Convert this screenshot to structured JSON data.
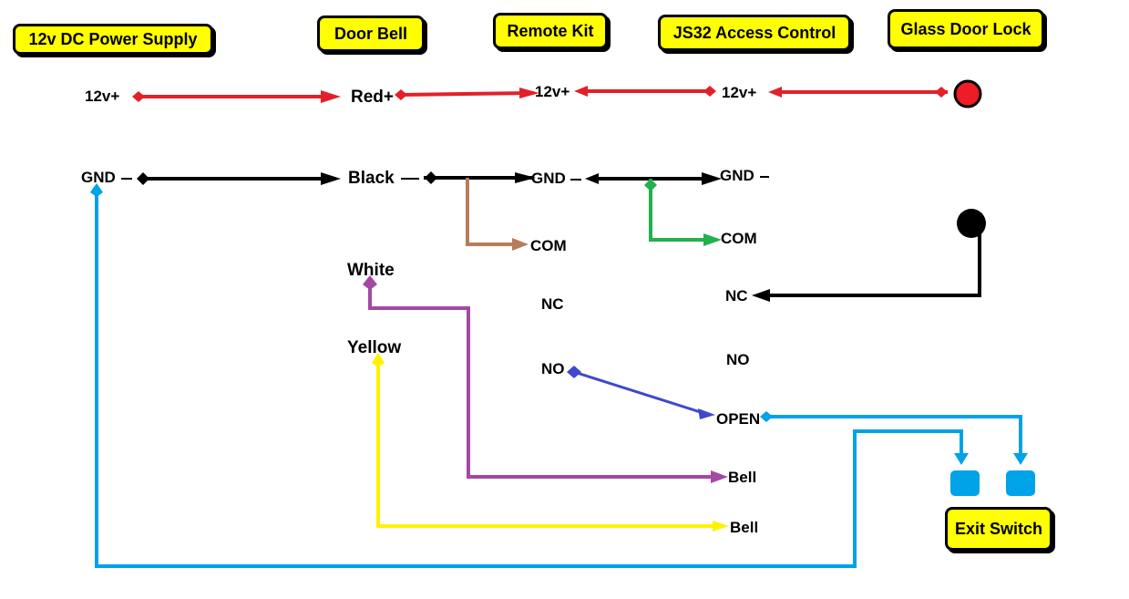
{
  "components": {
    "power_supply": "12v DC Power Supply",
    "door_bell": "Door Bell",
    "remote_kit": "Remote Kit",
    "access_control": "JS32 Access Control",
    "glass_door_lock": "Glass Door Lock",
    "exit_switch": "Exit Switch"
  },
  "terminals": {
    "psu_12v": "12v+",
    "psu_gnd": "GND",
    "bell_red": "Red+",
    "bell_black": "Black",
    "bell_white": "White",
    "bell_yellow": "Yellow",
    "remote_12v": "12v+",
    "remote_gnd": "GND",
    "remote_com": "COM",
    "remote_nc": "NC",
    "remote_no": "NO",
    "ac_12v": "12v+",
    "ac_gnd": "GND",
    "ac_com": "COM",
    "ac_nc": "NC",
    "ac_no": "NO",
    "ac_open": "OPEN",
    "ac_bell_1": "Bell",
    "ac_bell_2": "Bell"
  },
  "wire_colors": {
    "power": "#e3202a",
    "ground": "#000000",
    "remote_com": "#b87c5a",
    "ac_com": "#22b14c",
    "white_wire": "#a349a4",
    "yellow_wire": "#fff200",
    "no_open": "#3f48cc",
    "exit": "#00a2e8",
    "box_fill": "#ffff00"
  }
}
